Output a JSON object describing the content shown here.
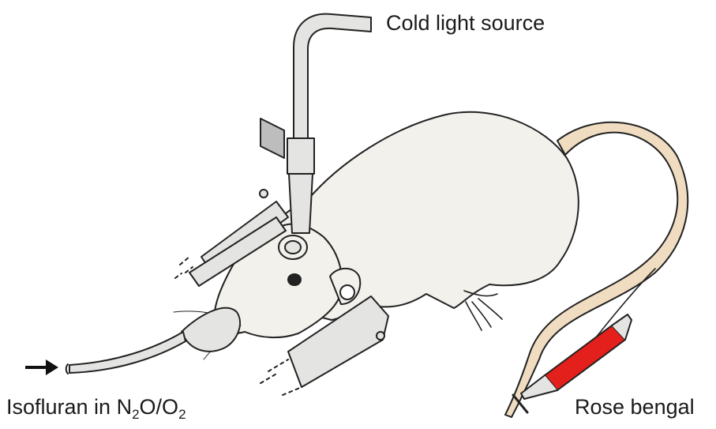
{
  "labels": {
    "light_source": "Cold light source",
    "anesthetic_prefix": "Isofluran in N",
    "anesthetic_sub1": "2",
    "anesthetic_mid": "O/O",
    "anesthetic_sub2": "2",
    "dye": "Rose bengal"
  },
  "colors": {
    "outline": "#222222",
    "body": "#f3f1ec",
    "tail": "#f0dcc0",
    "syringe_fluid": "#e3201b",
    "metal": "#e4e4e2"
  },
  "icons": [
    "arrow-right-icon",
    "rat-illustration",
    "syringe-icon",
    "stereotaxic-frame",
    "light-guide"
  ]
}
